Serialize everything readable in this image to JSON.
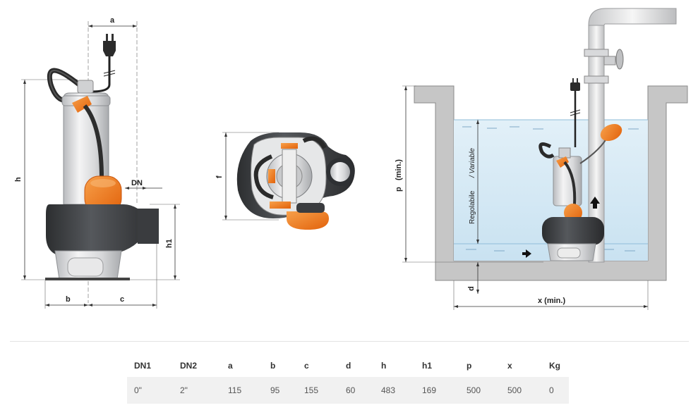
{
  "labels": {
    "a": "a",
    "b": "b",
    "c": "c",
    "dn": "DN",
    "h": "h",
    "h1": "h1",
    "f": "f",
    "p": "p",
    "p_min": "(min.)",
    "d": "d",
    "x": "x (min.)",
    "regolabile": "Regolabile",
    "variable": "Variable"
  },
  "table": {
    "headers": [
      "DN1",
      "DN2",
      "a",
      "b",
      "c",
      "d",
      "h",
      "h1",
      "p",
      "x",
      "Kg"
    ],
    "rows": [
      [
        "0\"",
        "2\"",
        "115",
        "95",
        "155",
        "60",
        "483",
        "169",
        "500",
        "500",
        "0"
      ]
    ]
  },
  "colors": {
    "orange": "#f07d1e",
    "dark_body": "#3b3d40",
    "steel": "#d9dadc",
    "water": "#cfe6f4",
    "wall": "#c8c8c8"
  }
}
